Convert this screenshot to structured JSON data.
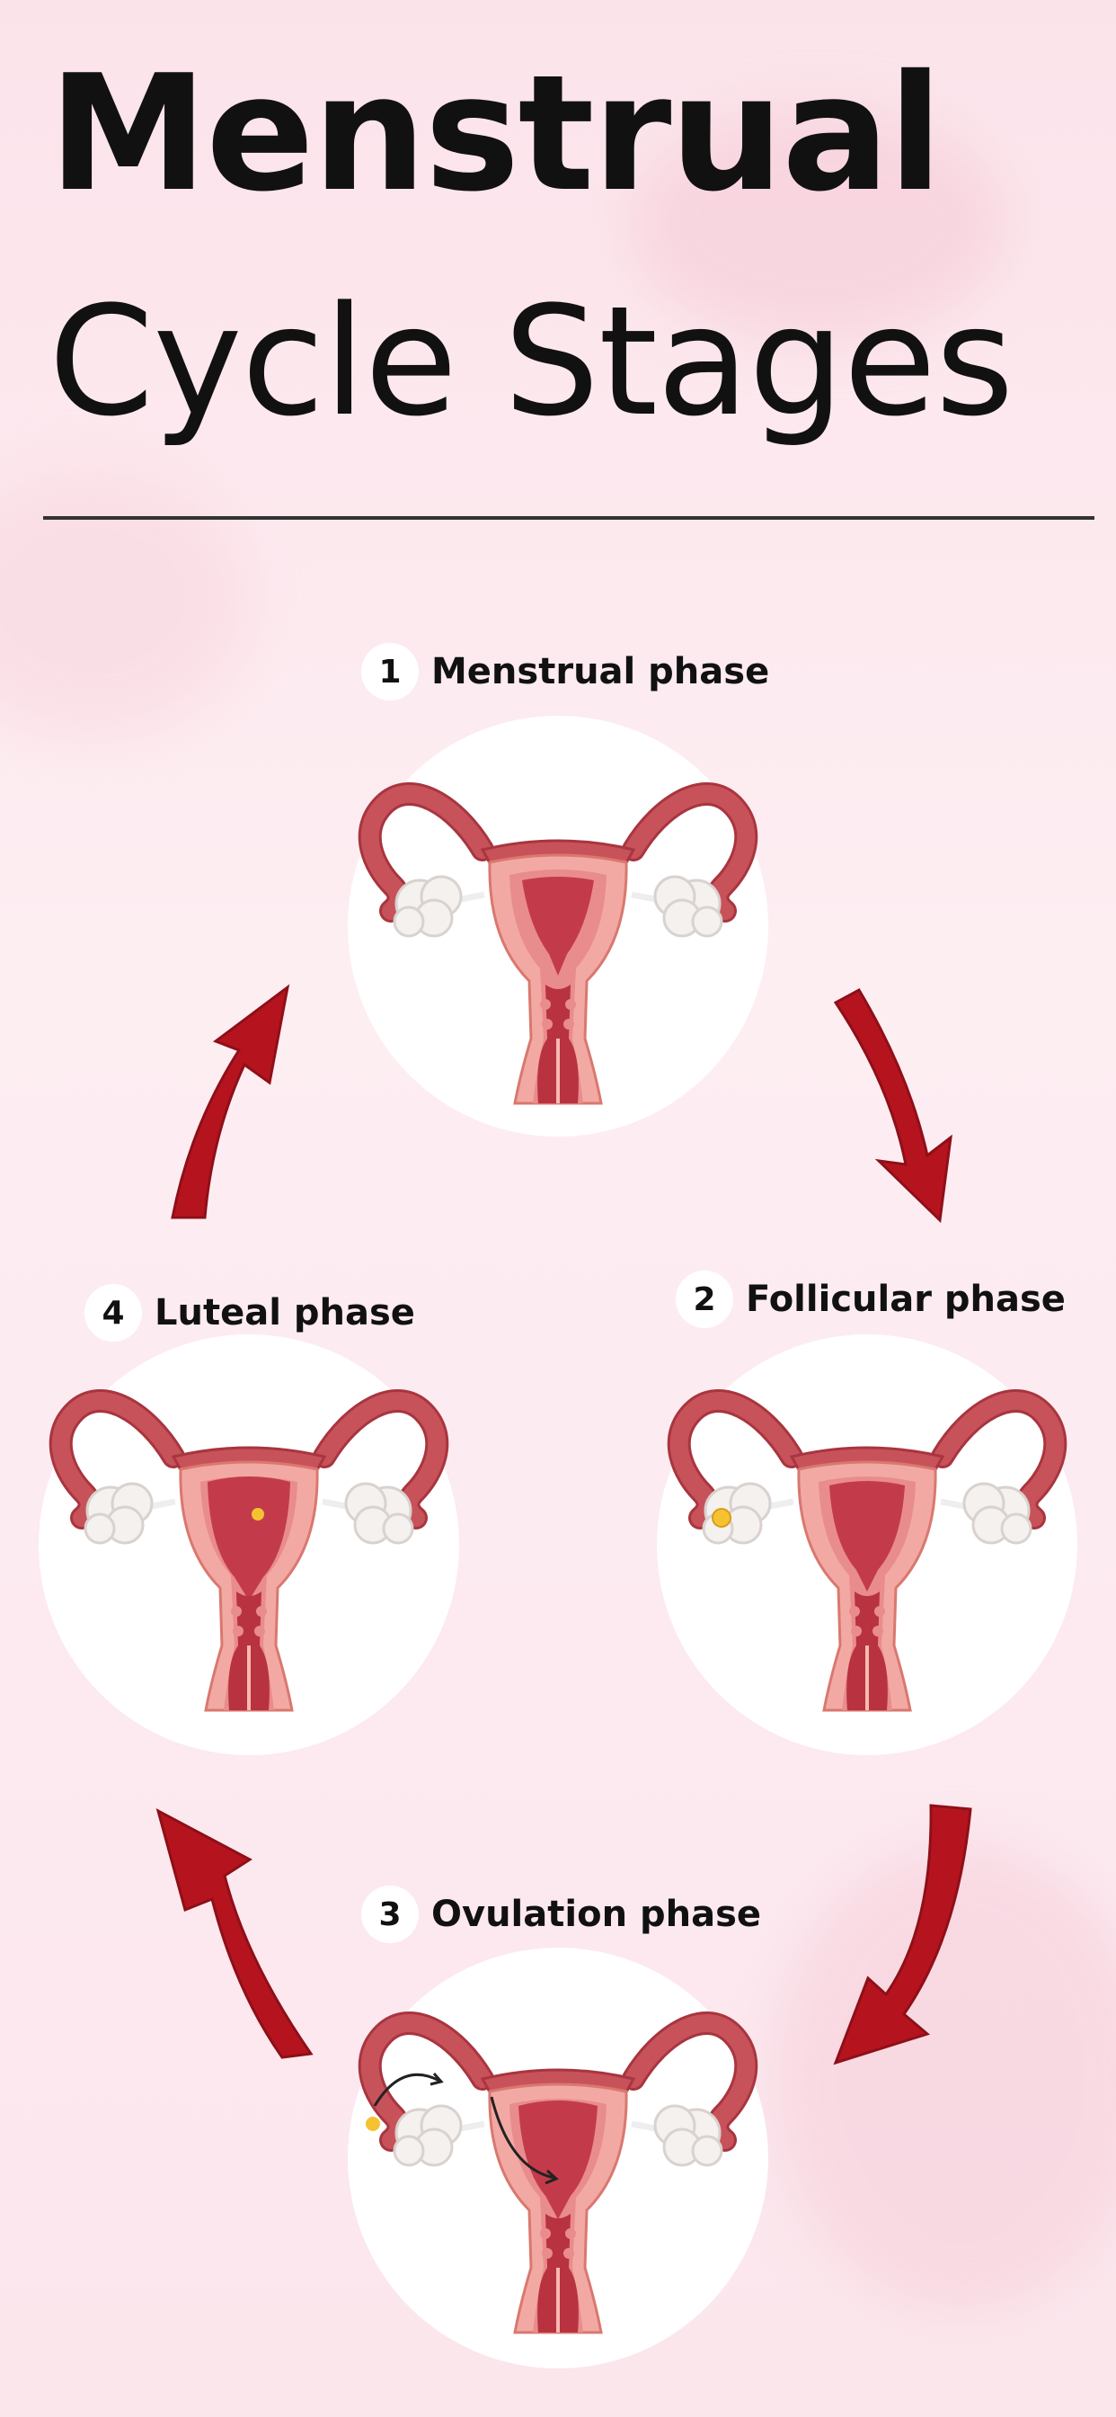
{
  "title": {
    "line1": "Menstrual",
    "line2": "Cycle Stages"
  },
  "stages": [
    {
      "number": "1",
      "label": "Menstrual phase"
    },
    {
      "number": "2",
      "label": "Follicular phase"
    },
    {
      "number": "3",
      "label": "Ovulation phase"
    },
    {
      "number": "4",
      "label": "Luteal phase"
    }
  ],
  "colors": {
    "arrow": "#b5141f",
    "tube": "#c8525a",
    "uterusOuter": "#f2a9a4",
    "lining": "#c33b4a",
    "egg": "#f5c332"
  }
}
